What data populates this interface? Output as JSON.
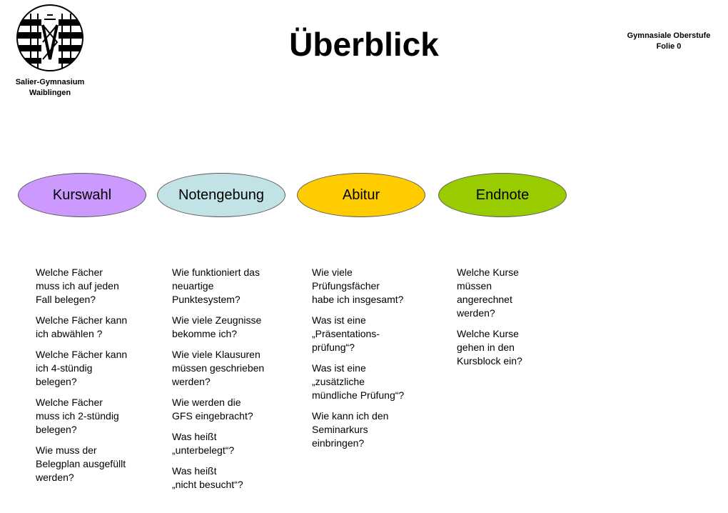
{
  "header": {
    "school_name_line1": "Salier-Gymnasium",
    "school_name_line2": "Waiblingen",
    "title": "Überblick",
    "right_line1": "Gymnasiale Oberstufe",
    "right_line2": "Folie 0"
  },
  "colors": {
    "kurswahl": "#cc99ff",
    "notengebung": "#c2e3e6",
    "abitur": "#ffcc00",
    "endnote": "#99cc00"
  },
  "topics": [
    {
      "label": "Kurswahl",
      "questions": [
        [
          "Welche Fächer",
          "muss ich auf jeden",
          "Fall belegen?"
        ],
        [
          "Welche Fächer kann",
          "ich abwählen ?"
        ],
        [
          "Welche Fächer kann",
          "ich 4-stündig",
          "belegen?"
        ],
        [
          "Welche Fächer",
          "muss ich 2-stündig",
          "belegen?"
        ],
        [
          "Wie muss der",
          "Belegplan ausgefüllt",
          "werden?"
        ]
      ]
    },
    {
      "label": "Notengebung",
      "questions": [
        [
          "Wie funktioniert das",
          "neuartige",
          "Punktesystem?"
        ],
        [
          "Wie viele Zeugnisse",
          "bekomme ich?"
        ],
        [
          "Wie viele Klausuren",
          "müssen geschrieben",
          "werden?"
        ],
        [
          "Wie werden die",
          "GFS eingebracht?"
        ],
        [
          "Was heißt",
          "„unterbelegt“?"
        ],
        [
          "Was heißt",
          "„nicht besucht“?"
        ]
      ]
    },
    {
      "label": "Abitur",
      "questions": [
        [
          "Wie viele",
          "Prüfungsfächer",
          "habe ich insgesamt?"
        ],
        [
          "Was ist eine",
          "„Präsentations-",
          "prüfung“?"
        ],
        [
          "Was ist eine",
          "„zusätzliche",
          "mündliche Prüfung“?"
        ],
        [
          "Wie kann ich den",
          "Seminarkurs",
          "einbringen?"
        ]
      ]
    },
    {
      "label": "Endnote",
      "questions": [
        [
          "Welche Kurse",
          "müssen",
          "angerechnet",
          "werden?"
        ],
        [
          "Welche Kurse",
          "gehen in den",
          "Kursblock ein?"
        ]
      ]
    }
  ]
}
